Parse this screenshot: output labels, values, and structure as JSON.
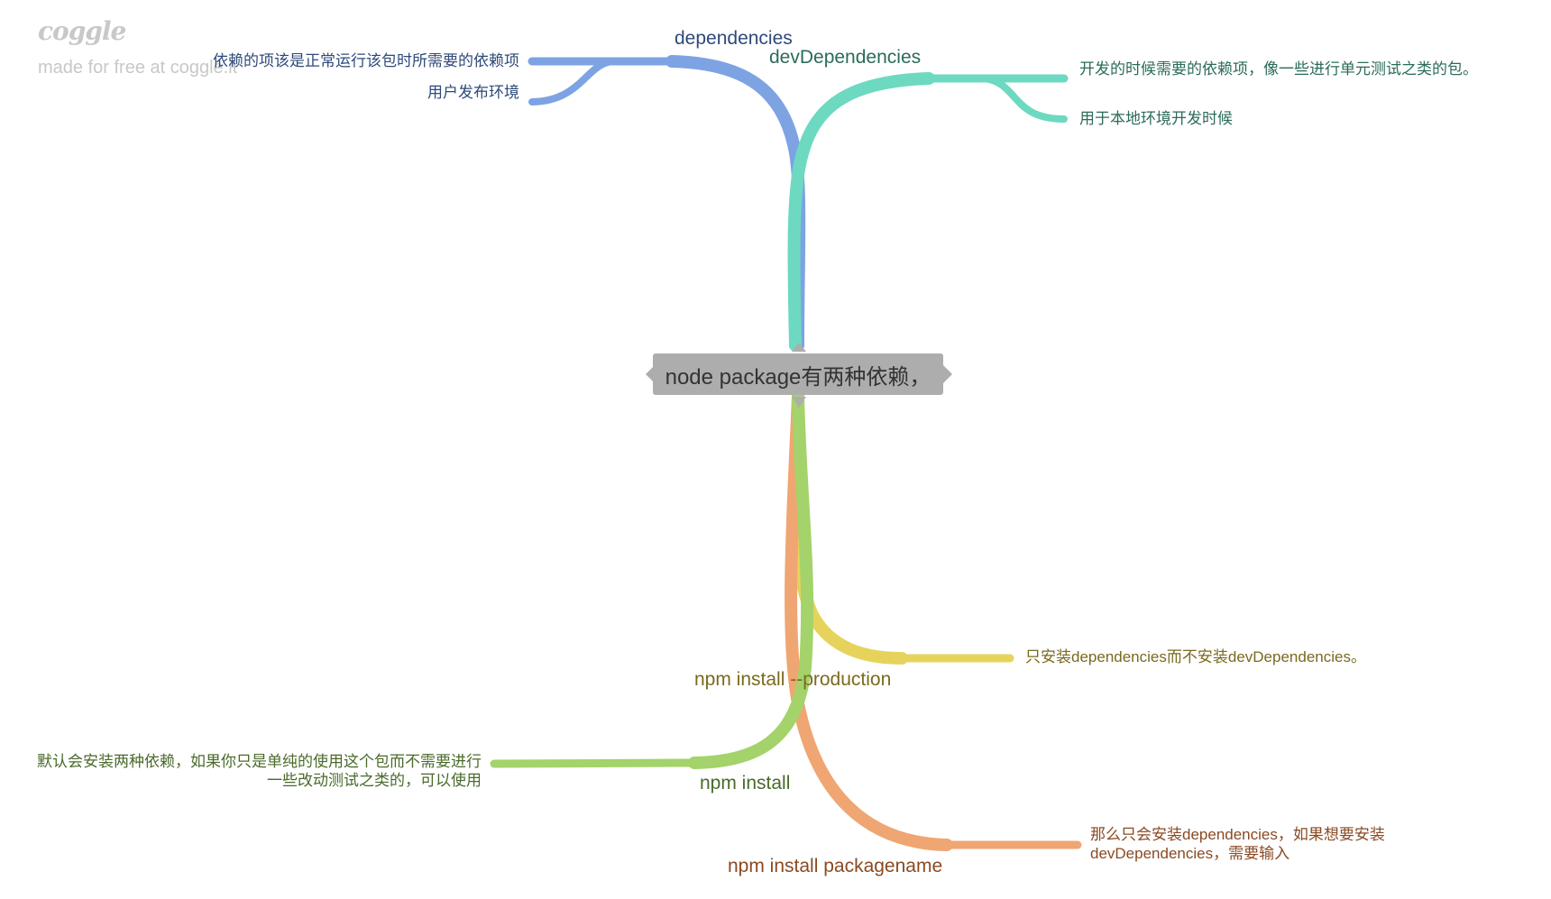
{
  "watermark": {
    "logo": "coggle",
    "text": "made for free at coggle.it"
  },
  "root": {
    "label": "node package有两种依赖，"
  },
  "branches": [
    {
      "key": "dependencies",
      "label": "dependencies",
      "color": "#7da3e3",
      "text_color": "#2e4a7a",
      "children": [
        "依赖的项该是正常运行该包时所需要的依赖项",
        "用户发布环境"
      ]
    },
    {
      "key": "devDependencies",
      "label": "devDependencies",
      "color": "#6dd9c0",
      "text_color": "#2b6b5a",
      "children": [
        "开发的时候需要的依赖项，像一些进行单元测试之类的包。",
        "用于本地环境开发时候"
      ]
    },
    {
      "key": "npm-install-production",
      "label": "npm install --production",
      "color": "#e6d35c",
      "text_color": "#7a6a1e",
      "children": [
        "只安装dependencies而不安装devDependencies。"
      ]
    },
    {
      "key": "npm-install",
      "label": "npm install",
      "color": "#a3d36a",
      "text_color": "#4a6a2a",
      "children": [
        "默认会安装两种依赖，如果你只是单纯的使用这个包而不需要进行一些改动测试之类的，可以使用"
      ]
    },
    {
      "key": "npm-install-packagename",
      "label": "npm install packagename",
      "color": "#f0a672",
      "text_color": "#8a4a22",
      "children": [
        "那么只会安装dependencies，如果想要安装devDependencies，需要输入"
      ]
    }
  ]
}
